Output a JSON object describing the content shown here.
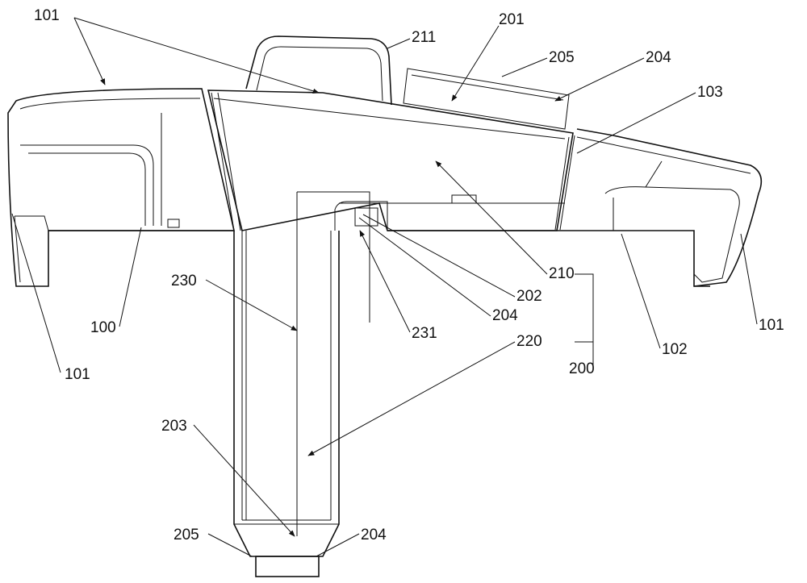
{
  "figure": {
    "labels": {
      "l101_top": "101",
      "l211": "211",
      "l201": "201",
      "l205_top": "205",
      "l204_top": "204",
      "l103": "103",
      "l100": "100",
      "l101_left": "101",
      "l230": "230",
      "l210": "210",
      "l202": "202",
      "l204_mid": "204",
      "l231": "231",
      "l220": "220",
      "l200": "200",
      "l102": "102",
      "l101_right": "101",
      "l203": "203",
      "l205_bottom": "205",
      "l204_bottom": "204"
    }
  }
}
